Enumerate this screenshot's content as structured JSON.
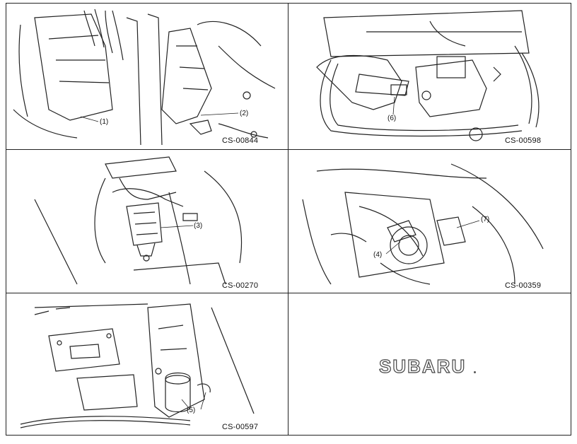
{
  "panels": [
    {
      "code": "CS-00844",
      "callouts": [
        "(1)",
        "(2)"
      ]
    },
    {
      "code": "CS-00598",
      "callouts": [
        "(6)"
      ]
    },
    {
      "code": "CS-00270",
      "callouts": [
        "(3)"
      ]
    },
    {
      "code": "CS-00359",
      "callouts": [
        "(7)",
        "(4)"
      ]
    },
    {
      "code": "CS-00597",
      "callouts": [
        "(5)"
      ]
    }
  ],
  "logo": {
    "text": "SUBARU"
  },
  "colors": {
    "line": "#222222",
    "background": "#ffffff",
    "logo_outline": "#444444"
  }
}
